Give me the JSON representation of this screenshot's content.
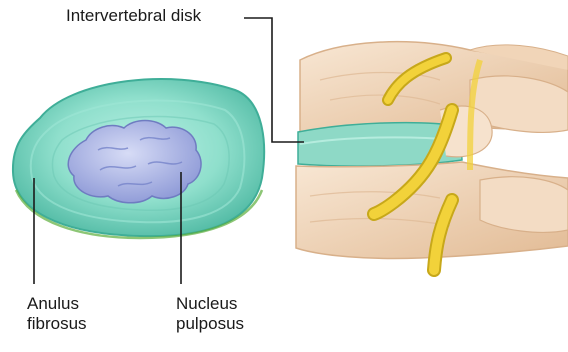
{
  "labels": {
    "intervertebral_disk": "Intervertebral disk",
    "anulus_fibrosus": [
      "Anulus",
      "fibrosus"
    ],
    "nucleus_pulposus": [
      "Nucleus",
      "pulposus"
    ]
  },
  "colors": {
    "anulus": "#7fd7c4",
    "anulus_edge": "#3fae98",
    "nucleus": "#a9b3e3",
    "vertebra": "#f3dcc4",
    "vertebra_shadow": "#d8b08a",
    "nerve": "#f2d23a",
    "leader_line": "#1a1a1a"
  }
}
